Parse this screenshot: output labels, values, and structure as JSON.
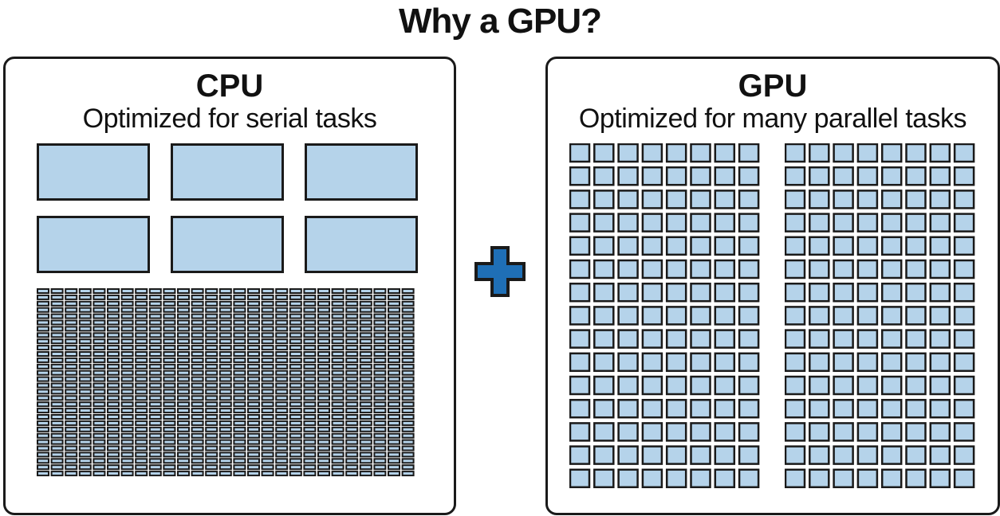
{
  "diagram": {
    "title": "Why a GPU?",
    "cpu": {
      "title": "CPU",
      "subtitle": "Optimized for serial tasks",
      "large_core_count": 6
    },
    "gpu": {
      "title": "GPU",
      "subtitle": "Optimized for many parallel tasks"
    },
    "plus_symbol": "+",
    "colors": {
      "core_fill": "#b5d3ea",
      "outline": "#1a1a1a",
      "plus_fill": "#1f6fb6"
    }
  }
}
